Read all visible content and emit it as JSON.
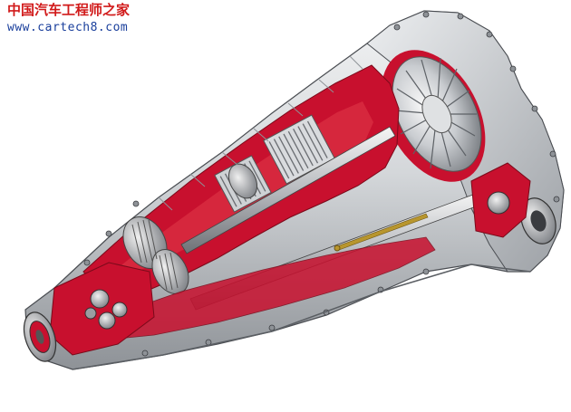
{
  "watermark": {
    "site_name": "中国汽车工程师之家",
    "url": "www.cartech8.com"
  },
  "colors": {
    "housing_light": "#e4e6e8",
    "housing_mid": "#b9bcc0",
    "housing_dark": "#6c7075",
    "section_red": "#c8102e",
    "section_red_light": "#e23a4a",
    "gold": "#b8962e",
    "watermark_red": "#d11a1a",
    "watermark_blue": "#1a3f9c"
  },
  "icons": {
    "illustration": "transmission-cutaway",
    "logo": "site-watermark"
  }
}
